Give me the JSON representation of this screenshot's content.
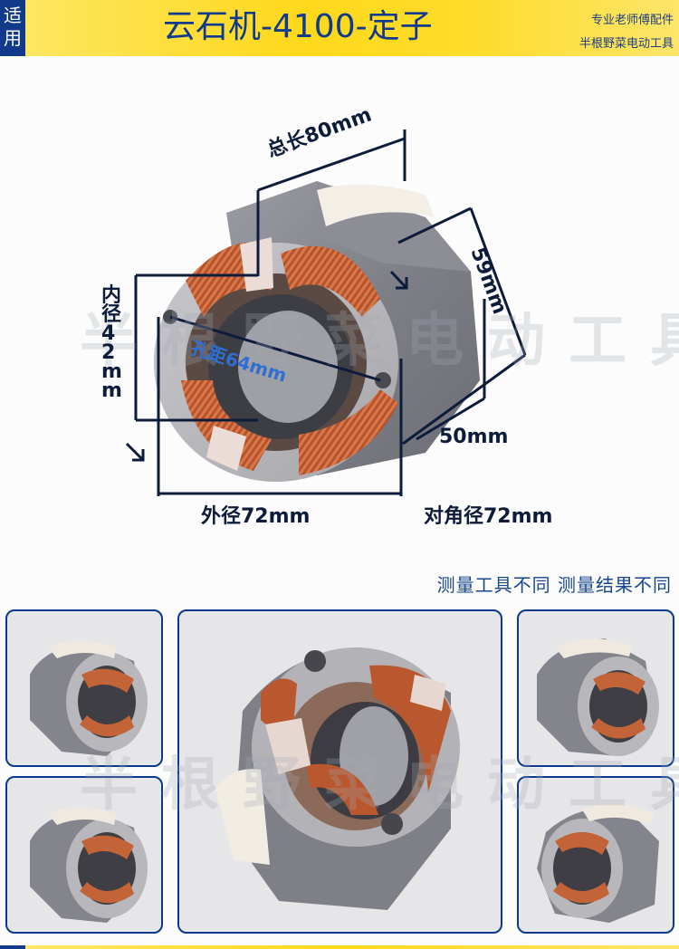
{
  "header": {
    "tag": [
      "适",
      "用"
    ],
    "title": "云石机-4100-定子",
    "subtitle_line1": "专业老师傅配件",
    "subtitle_line2": "半根野菜电动工具",
    "colors": {
      "banner": "#fed81a",
      "tag_bg": "#113a8a",
      "title": "#103b8c"
    }
  },
  "watermark": "半根野菜电动工具",
  "dimensions": {
    "total_length": "总长80mm",
    "height_59": "59mm",
    "inner_diameter": "内径42mm",
    "hole_distance": "孔距64mm",
    "width_50": "50mm",
    "outer_diameter": "外径72mm",
    "diagonal": "对角径72mm"
  },
  "note": "测量工具不同 测量结果不同",
  "gallery": {
    "items": [
      {
        "position": "left-top",
        "alt": "stator-view-1"
      },
      {
        "position": "left-bottom",
        "alt": "stator-view-2"
      },
      {
        "position": "center-large",
        "alt": "stator-view-front"
      },
      {
        "position": "right-top",
        "alt": "stator-view-3"
      },
      {
        "position": "right-bottom",
        "alt": "stator-view-4"
      }
    ],
    "colors": {
      "frame_border": "#0b3a8c",
      "frame_bg": "#e6e6e8"
    }
  }
}
